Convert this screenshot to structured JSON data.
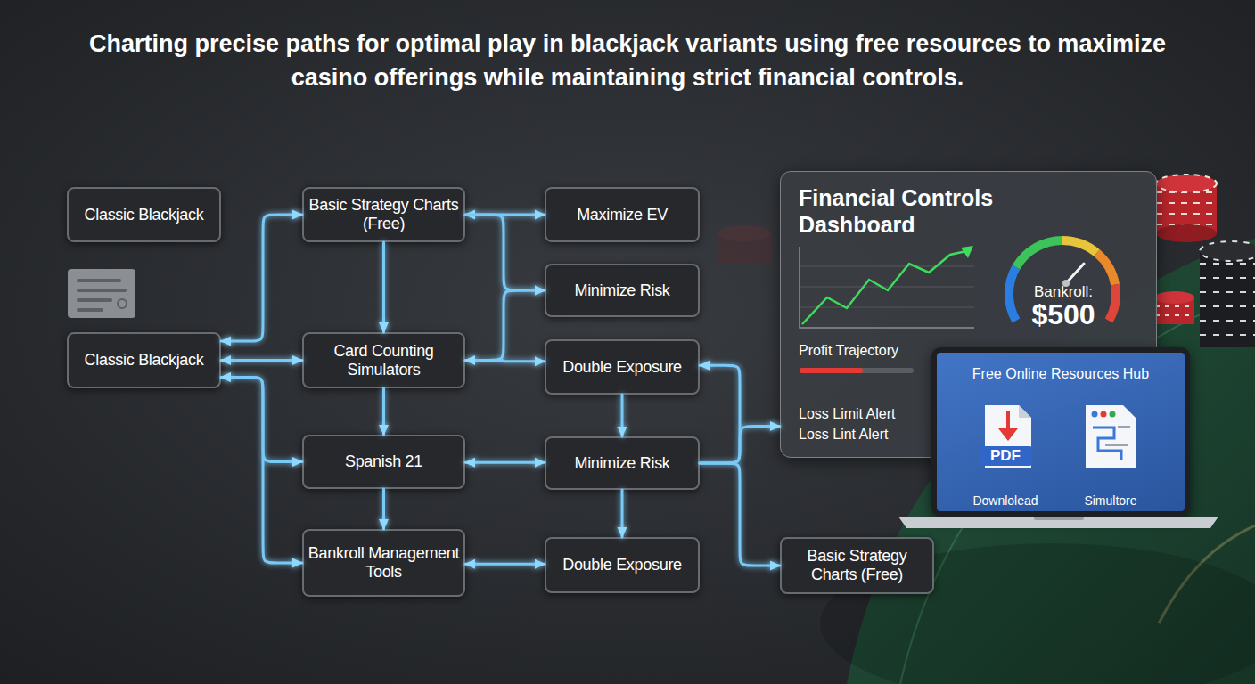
{
  "diagram": {
    "title": "Charting precise paths for optimal play in blackjack variants using free resources to maximize casino offerings while maintaining strict financial controls.",
    "nodes": [
      {
        "text": [
          "Classic Blackjack"
        ]
      },
      {
        "text": [
          "Classic Blackjack"
        ]
      },
      {
        "text": [
          "Basic Strategy Charts (Free)"
        ]
      },
      {
        "text": [
          "Card Counting Simulators"
        ]
      },
      {
        "text": [
          "Spanish 21"
        ]
      },
      {
        "text": [
          "Bankroll Management Tools"
        ]
      },
      {
        "text": [
          "Maximize EV"
        ]
      },
      {
        "text": [
          "Minimize Risk"
        ]
      },
      {
        "text": [
          "Double Exposure"
        ]
      },
      {
        "text": [
          "Minimize Risk"
        ]
      },
      {
        "text": [
          "Double Exposure"
        ]
      },
      {
        "text": [
          "Financial Controls Dashboard",
          "Bankroll:",
          "$500",
          "Profit Trajectory",
          "Loss Limit Alert",
          "Loss Lint Alert"
        ]
      },
      {
        "text": [
          "Basic Strategy Charts (Free)"
        ]
      },
      {
        "text": [
          "Free Online Resources Hub",
          "PDF",
          "Downlolead",
          "Simultore"
        ]
      }
    ],
    "edges": [
      {
        "from": 1,
        "to": 2,
        "arrow": "both"
      },
      {
        "from": 1,
        "to": 3,
        "arrow": "both"
      },
      {
        "from": 1,
        "to": 4,
        "arrow": "both"
      },
      {
        "from": 1,
        "to": 5,
        "arrow": "both"
      },
      {
        "from": 2,
        "to": 3,
        "arrow": "to"
      },
      {
        "from": 3,
        "to": 4,
        "arrow": "to"
      },
      {
        "from": 4,
        "to": 5,
        "arrow": "to"
      },
      {
        "from": 2,
        "to": 6,
        "arrow": "both"
      },
      {
        "from": 2,
        "to": 7,
        "arrow": "to"
      },
      {
        "from": 3,
        "to": 7,
        "arrow": "to"
      },
      {
        "from": 3,
        "to": 8,
        "arrow": "both"
      },
      {
        "from": 8,
        "to": 9,
        "arrow": "to"
      },
      {
        "from": 4,
        "to": 9,
        "arrow": "both"
      },
      {
        "from": 9,
        "to": 10,
        "arrow": "to"
      },
      {
        "from": 5,
        "to": 10,
        "arrow": "both"
      },
      {
        "from": 9,
        "to": 8,
        "arrow": "to"
      },
      {
        "from": 9,
        "to": 11,
        "arrow": "to"
      },
      {
        "from": 9,
        "to": 12,
        "arrow": "to"
      }
    ]
  }
}
